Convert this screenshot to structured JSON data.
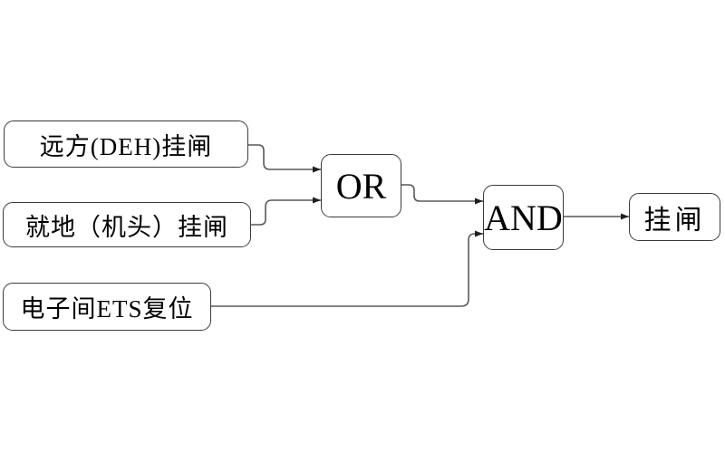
{
  "colors": {
    "background": "#ffffff",
    "box_border": "#3b3b3b",
    "connector": "#595959",
    "arrowhead": "#1f1f1f",
    "text": "#000000"
  },
  "nodes": {
    "input_remote": {
      "label": "远方(DEH)挂闸"
    },
    "input_local": {
      "label": "就地（机头）挂闸"
    },
    "input_ets": {
      "label": "电子间ETS复位"
    },
    "gate_or": {
      "label": "OR"
    },
    "gate_and": {
      "label": "AND"
    },
    "output": {
      "label": "挂闸"
    }
  },
  "connections": [
    {
      "from": "input_remote",
      "to": "gate_or"
    },
    {
      "from": "input_local",
      "to": "gate_or"
    },
    {
      "from": "gate_or",
      "to": "gate_and"
    },
    {
      "from": "input_ets",
      "to": "gate_and"
    },
    {
      "from": "gate_and",
      "to": "output"
    }
  ]
}
